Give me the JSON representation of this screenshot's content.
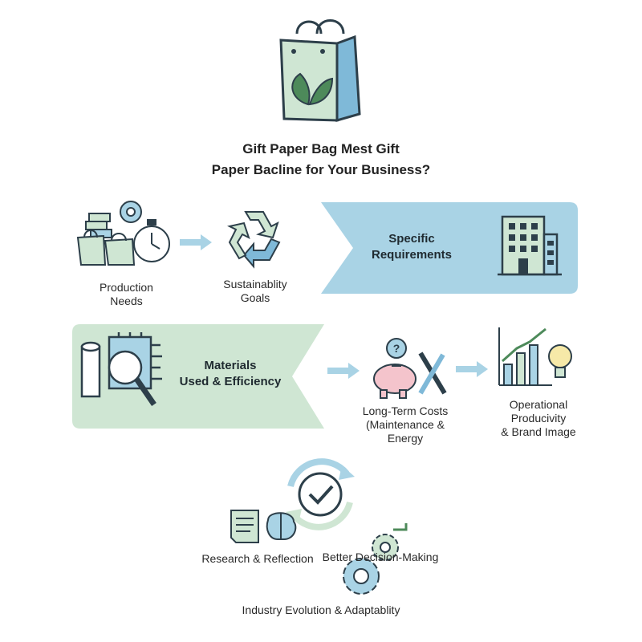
{
  "title": {
    "line1": "Gift Paper Bag Mest Gift",
    "line2": "Paper Bacline for Your Business?"
  },
  "row1": {
    "production": "Production\nNeeds",
    "sustainability": "Sustainablity\nGoals",
    "banner": "Specific\nRequirements"
  },
  "row2": {
    "banner": "Materials\nUsed & Efficiency",
    "costs": "Long-Term Costs\n(Maintenance &\nEnergy",
    "operational": "Operational\nProducivity\n& Brand Image"
  },
  "row3": {
    "research": "Research & Reflection",
    "decision": "Better Decision-Making",
    "industry": "Industry Evolution & Adaptablity"
  },
  "colors": {
    "blue": "#a9d3e5",
    "green": "#cfe6d3",
    "stroke": "#2d3f4a"
  }
}
